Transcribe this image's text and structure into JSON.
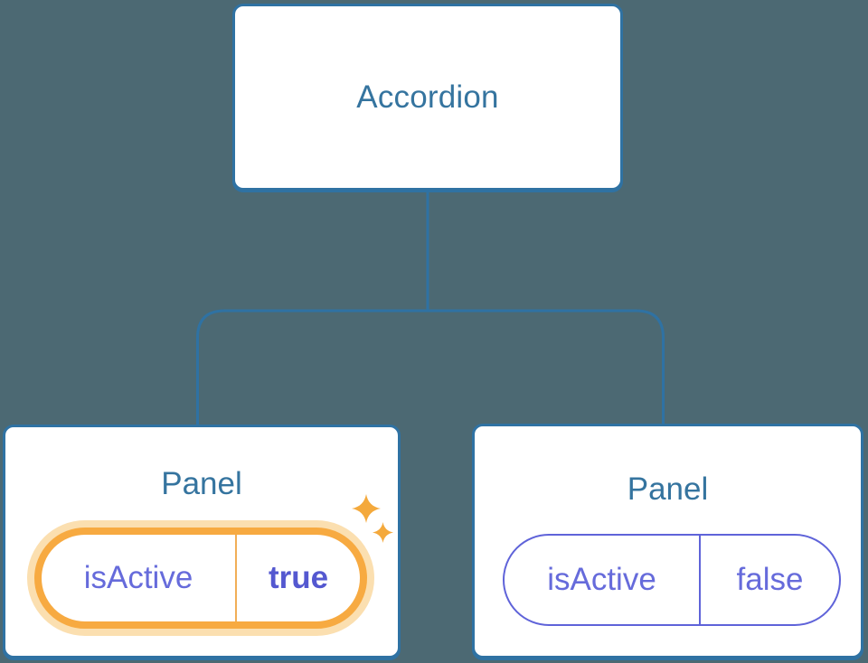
{
  "colors": {
    "background": "#4C6973",
    "node_border": "#2F72A3",
    "node_fill": "#FFFFFF",
    "node_text": "#35749F",
    "connector": "#2F72A3",
    "state_text": "#666BDB",
    "state_border_inactive": "#5F63D9",
    "state_value_active_text": "#5458D0",
    "highlight_ring": "#F7AA41",
    "highlight_glow": "#FBDFB0",
    "sparkle": "#F4A93C"
  },
  "icons": {
    "sparkle_large": "sparkle-icon",
    "sparkle_small": "sparkle-icon"
  },
  "diagram": {
    "root": {
      "label": "Accordion"
    },
    "children": [
      {
        "label": "Panel",
        "state": {
          "key": "isActive",
          "value": "true"
        },
        "highlighted": true
      },
      {
        "label": "Panel",
        "state": {
          "key": "isActive",
          "value": "false"
        },
        "highlighted": false
      }
    ]
  }
}
